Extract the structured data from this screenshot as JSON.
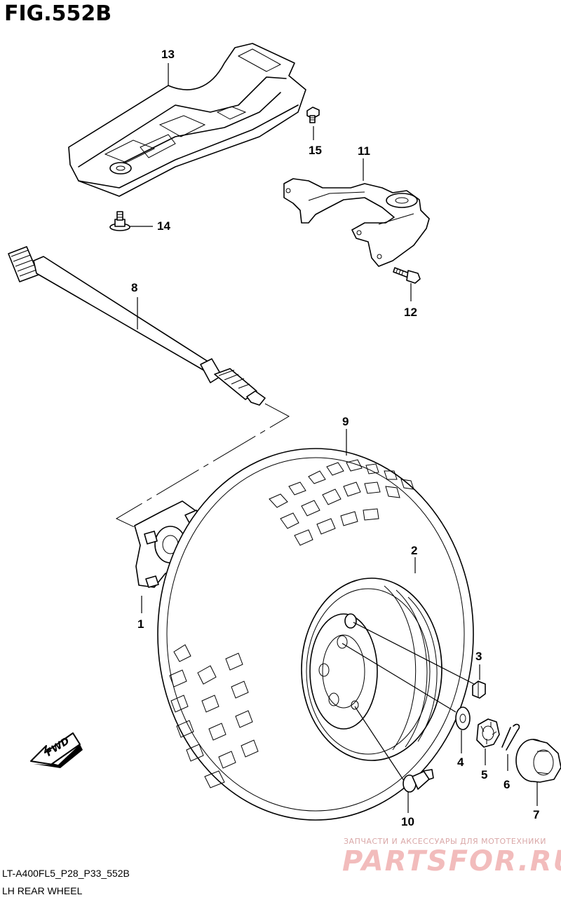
{
  "figure": {
    "title": "FIG.552B"
  },
  "callouts": {
    "p1": "1",
    "p2": "2",
    "p3": "3",
    "p4": "4",
    "p5": "5",
    "p6": "6",
    "p7": "7",
    "p8": "8",
    "p9": "9",
    "p10": "10",
    "p11": "11",
    "p12": "12",
    "p13": "13",
    "p14": "14",
    "p15": "15"
  },
  "footer": {
    "code": "LT-A400FL5_P28_P33_552B",
    "name": "LH REAR WHEEL"
  },
  "direction": {
    "label": "FWD"
  },
  "watermark": {
    "tagline": "ЗАПЧАСТИ И АКСЕССУАРЫ ДЛЯ МОТОТЕХНИКИ",
    "logo": "PARTSFOR.RU"
  }
}
